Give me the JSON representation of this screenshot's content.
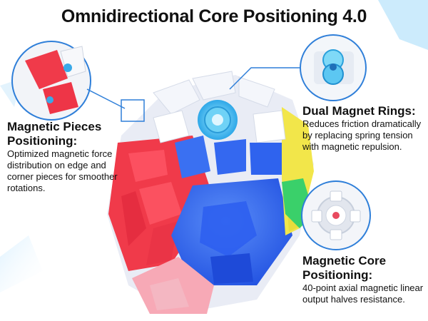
{
  "title": "Omnidirectional Core Positioning 4.0",
  "features": {
    "pieces": {
      "heading_line1": "Magnetic Pieces",
      "heading_line2": "Positioning:",
      "body": "Optimized magnetic force distribution on edge and corner pieces for smoother rotations."
    },
    "rings": {
      "heading": "Dual Magnet Rings:",
      "body": "Reduces friction dramatically by replacing spring tension with magnetic repulsion."
    },
    "core": {
      "heading_line1": "Magnetic Core",
      "heading_line2": "Positioning:",
      "body": "40-point axial magnetic linear output halves resistance."
    }
  },
  "colors": {
    "accent_blue": "#2f7fd9",
    "face_blue": "#2a62f0",
    "face_red": "#f03a4a",
    "face_yellow": "#f2e64a",
    "face_pink": "#f7a9b6",
    "face_green": "#3ad06a",
    "face_white": "#f4f6fb"
  }
}
